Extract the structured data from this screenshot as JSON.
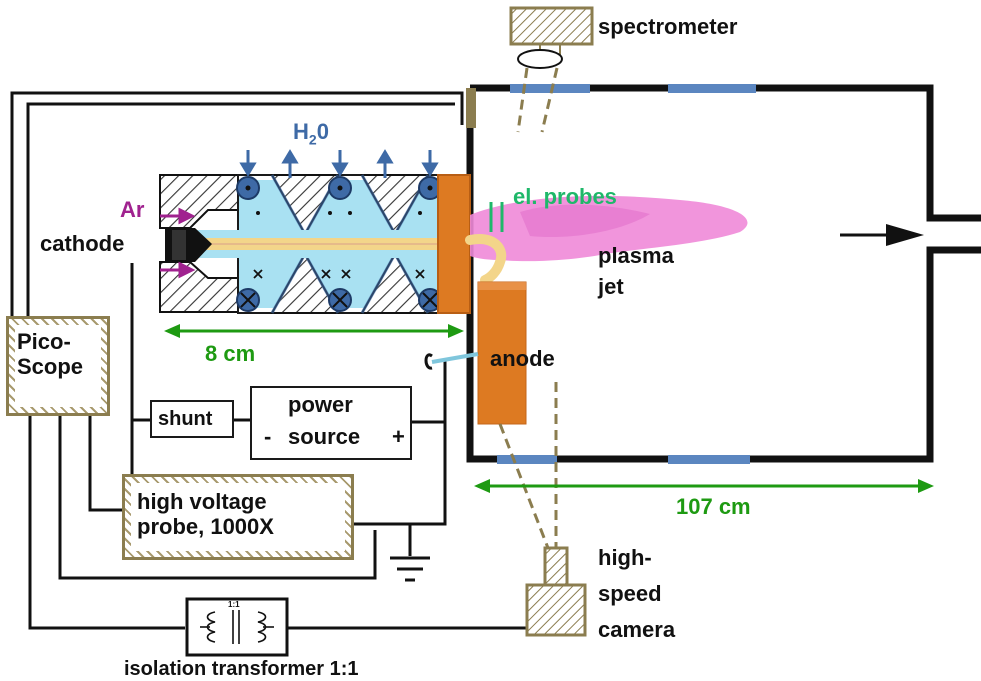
{
  "labels": {
    "spectrometer": "spectrometer",
    "h2o": "H",
    "h2o_sub": "2",
    "h2o_tail": "0",
    "ar": "Ar",
    "cathode": "cathode",
    "el_probes": "el. probes",
    "plasma": "plasma",
    "jet": "jet",
    "anode": "anode",
    "length_8cm": "8 cm",
    "length_107cm": "107 cm",
    "picoscope_line1": "Pico-",
    "picoscope_line2": "Scope",
    "shunt": "shunt",
    "power_line1": "power",
    "power_line2": "source",
    "minus": "-",
    "plus": "+",
    "hv_line1": "high voltage",
    "hv_line2": "probe, 1000X",
    "camera_line1": "high-",
    "camera_line2": "speed",
    "camera_line3": "camera",
    "transformer": "isolation transformer 1:1",
    "transformer_ratio": "1:1"
  },
  "colors": {
    "wire": "#111111",
    "hatch": "#8b7d4f",
    "water_blue": "#3e6aa6",
    "argon_magenta": "#a0228f",
    "probe_green": "#1fb86a",
    "dimension_green": "#1e9a12",
    "plasma_pink": "#f08ad8",
    "arc_yellow": "#f3d58a",
    "anode_orange": "#dd7a22",
    "window_blue": "#5b86c0"
  }
}
